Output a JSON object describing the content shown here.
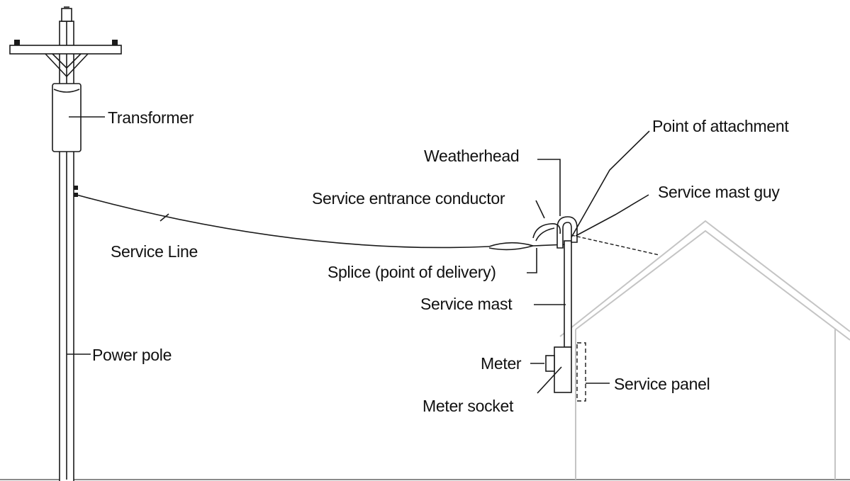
{
  "labels": {
    "transformer": "Transformer",
    "service_line": "Service Line",
    "power_pole": "Power pole",
    "weatherhead": "Weatherhead",
    "service_entrance_conductor": "Service entrance conductor",
    "point_of_attachment": "Point of attachment",
    "service_mast_guy": "Service mast guy",
    "splice": "Splice (point of delivery)",
    "service_mast": "Service mast",
    "meter": "Meter",
    "meter_socket": "Meter socket",
    "service_panel": "Service panel"
  },
  "colors": {
    "line": "#1a1a1a",
    "house": "#c4c4c4",
    "background": "#ffffff"
  }
}
